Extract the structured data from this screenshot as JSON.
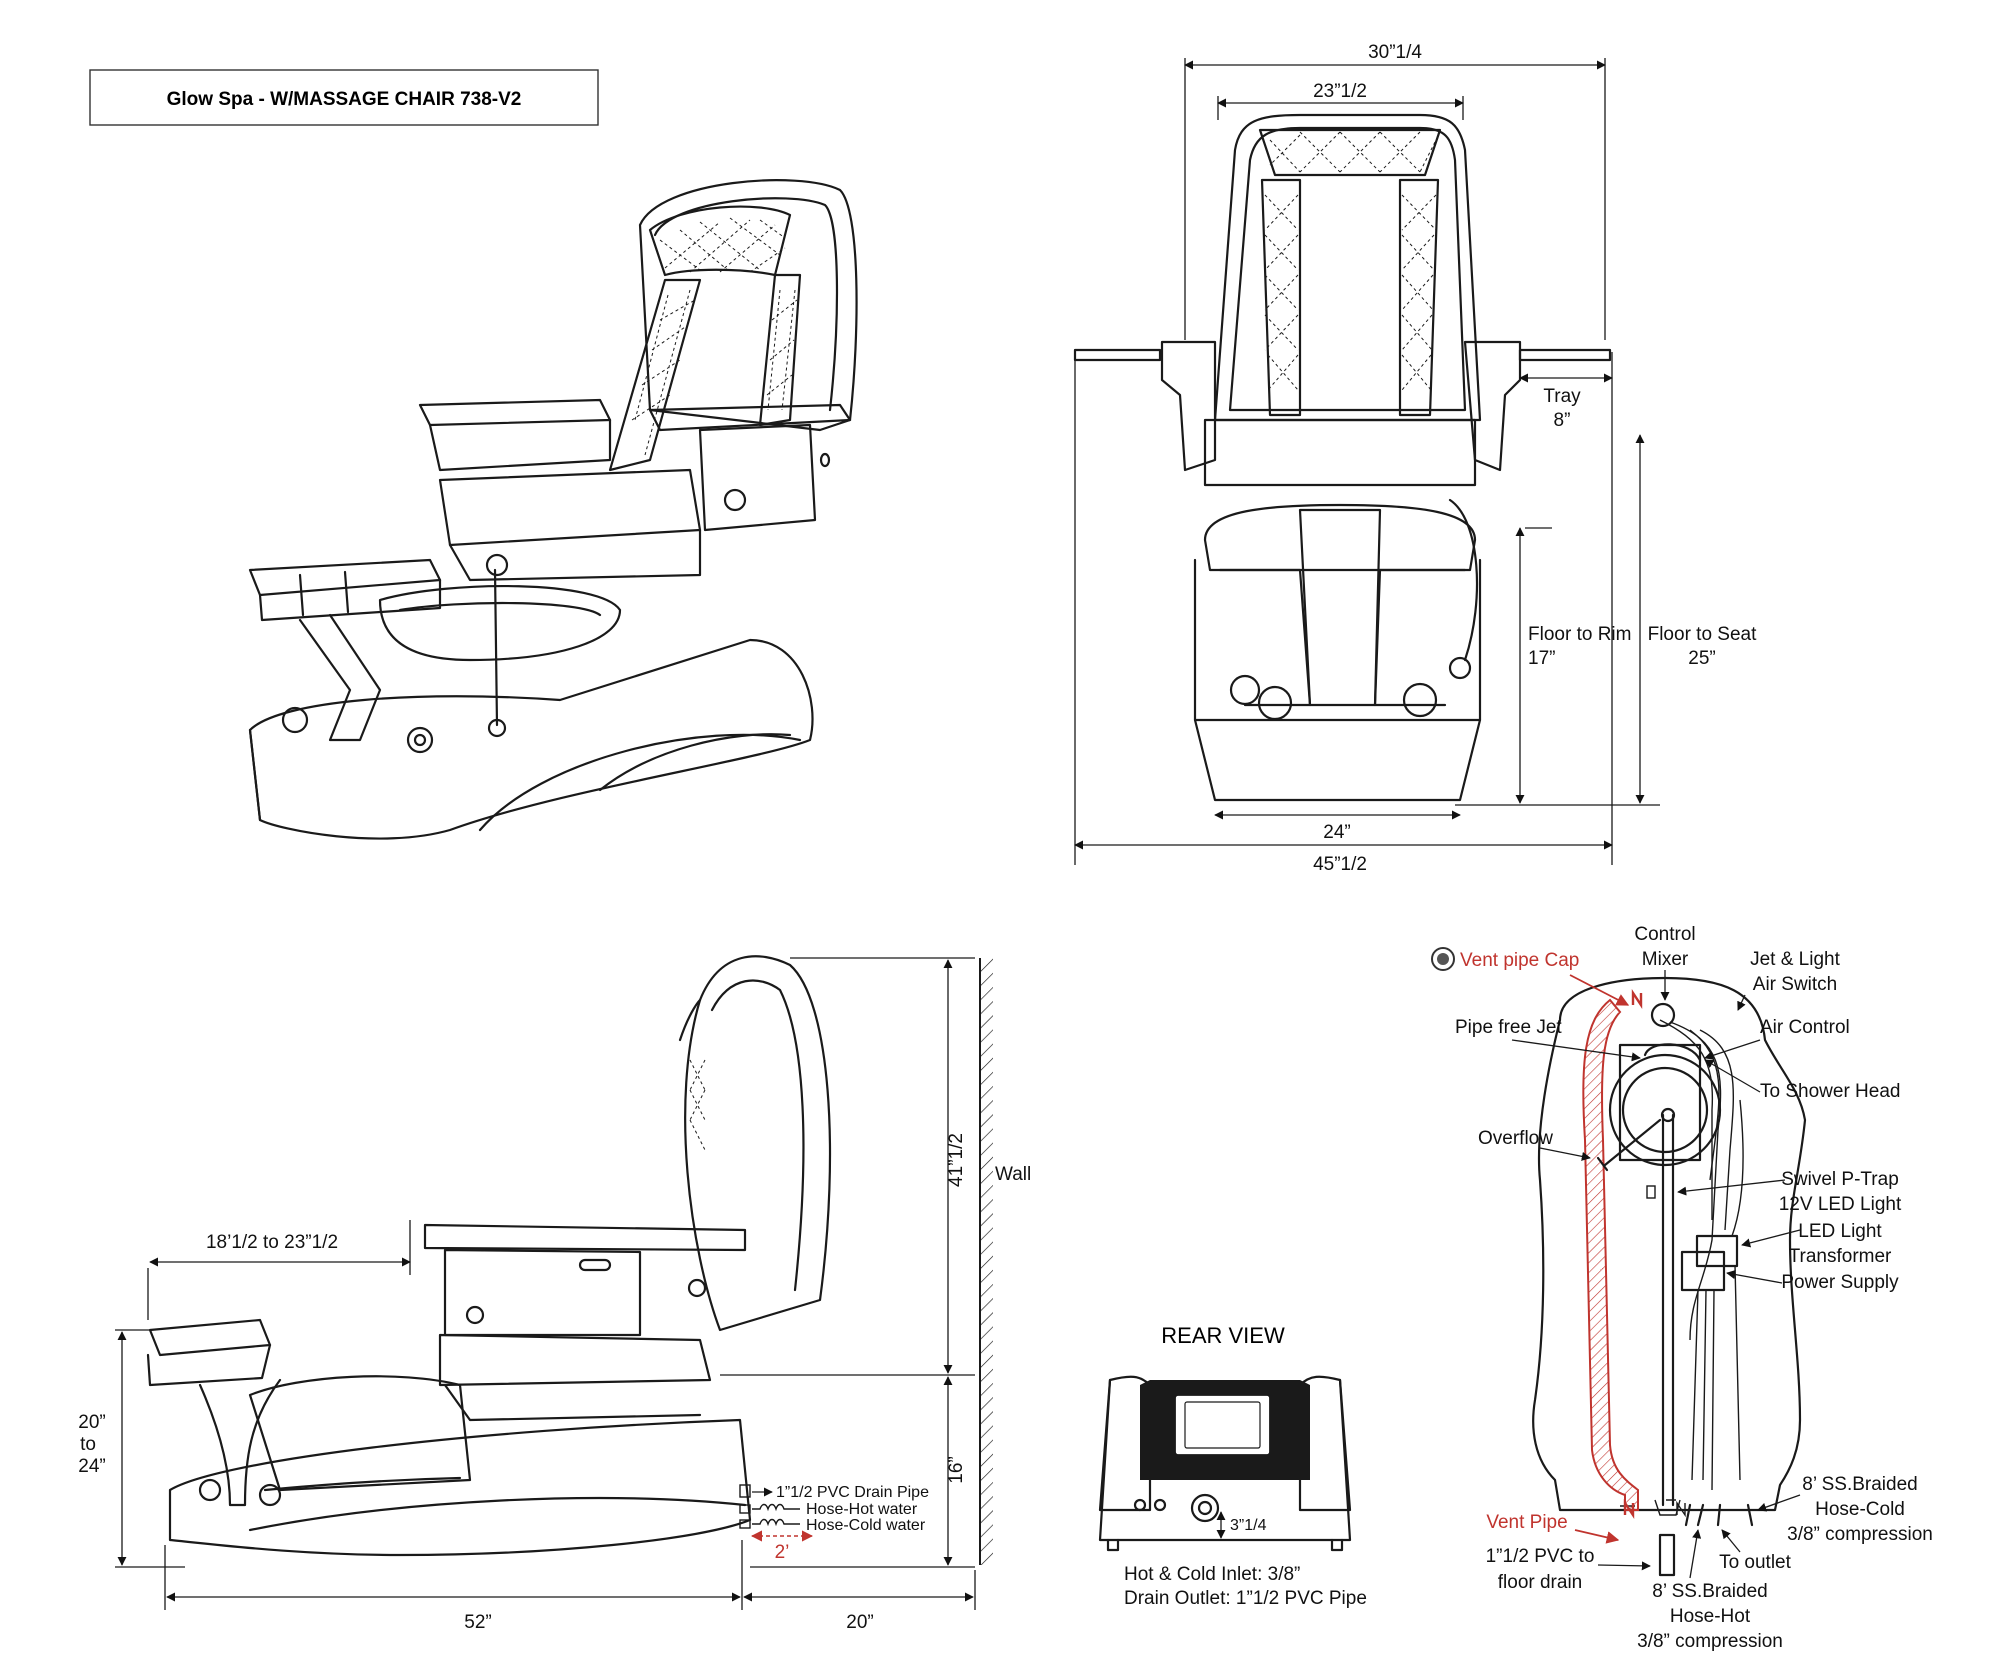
{
  "title": "Glow Spa - W/MASSAGE CHAIR 738-V2",
  "front_view": {
    "overall_top_width": "30”1/4",
    "back_width": "23”1/2",
    "tray_label": "Tray",
    "tray_value": "8”",
    "floor_to_rim_label": "Floor to Rim",
    "floor_to_rim_value": "17”",
    "floor_to_seat_label": "Floor to Seat",
    "floor_to_seat_value": "25”",
    "base_width": "24”",
    "overall_width": "45”1/2"
  },
  "side_view": {
    "footrest_range": "18’1/2 to 23”1/2",
    "footrest_height_top": "20”",
    "footrest_height_mid": "to",
    "footrest_height_bottom": "24”",
    "back_height": "41”1/2",
    "base_height": "16”",
    "wall_label": "Wall",
    "length": "52”",
    "wall_clearance": "20”",
    "drain_pipe": "1”1/2 PVC Drain Pipe",
    "hose_hot": "Hose-Hot water",
    "hose_cold": "Hose-Cold water",
    "hose_spacing": "2’"
  },
  "rear_view": {
    "heading": "REAR VIEW",
    "inlet_height": "3”1/4",
    "note_inlet": "Hot & Cold Inlet: 3/8”",
    "note_outlet": "Drain Outlet: 1”1/2 PVC Pipe"
  },
  "plumbing": {
    "vent_pipe_cap": "Vent pipe Cap",
    "control_mixer_1": "Control",
    "control_mixer_2": "Mixer",
    "jet_light_1": "Jet & Light",
    "jet_light_2": "Air Switch",
    "pipe_free_jet": "Pipe free Jet",
    "air_control": "Air Control",
    "to_shower_head": "To Shower Head",
    "overflow": "Overflow",
    "swivel_p_trap": "Swivel P-Trap",
    "led_light_12v": "12V LED Light",
    "led_transformer_1": "LED Light",
    "led_transformer_2": "Transformer",
    "power_supply": "Power Supply",
    "braided_cold_1": "8’ SS.Braided",
    "braided_cold_2": "Hose-Cold",
    "braided_cold_3": "3/8” compression",
    "vent_pipe": "Vent Pipe",
    "pvc_floor_1": "1”1/2 PVC to",
    "pvc_floor_2": "floor drain",
    "to_outlet": "To outlet",
    "braided_hot_1": "8’ SS.Braided",
    "braided_hot_2": "Hose-Hot",
    "braided_hot_3": "3/8” compression"
  },
  "colors": {
    "line": "#1a1a1a",
    "accent_red": "#c0342e"
  }
}
